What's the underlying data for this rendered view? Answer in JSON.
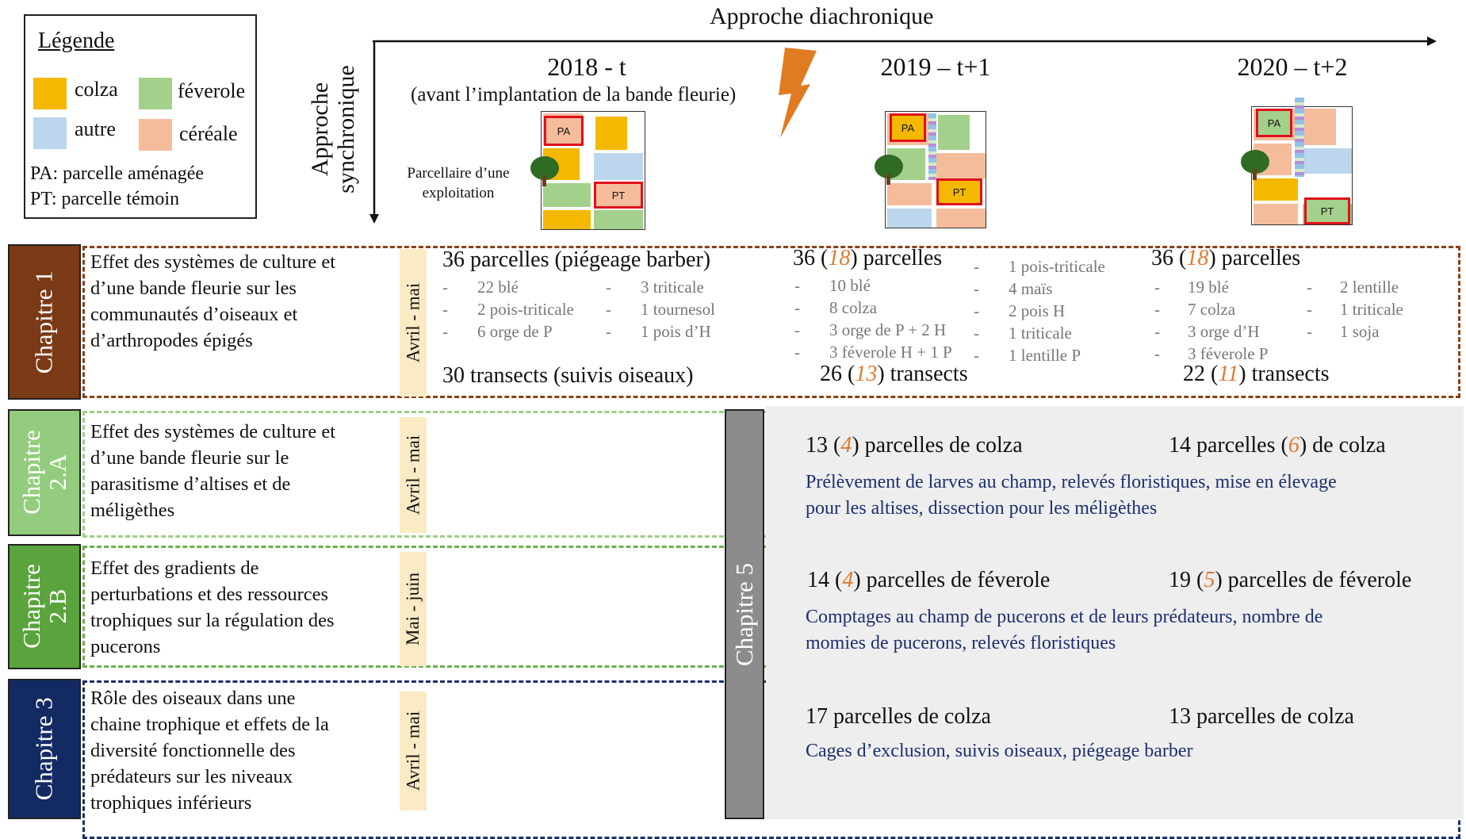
{
  "header": {
    "diachronic": "Approche diachronique",
    "synchronic_line1": "Approche",
    "synchronic_line2": "synchronique"
  },
  "legend": {
    "title": "Légende",
    "items": [
      {
        "label": "colza",
        "color": "#f5b800"
      },
      {
        "label": "féverole",
        "color": "#a3d08a"
      },
      {
        "label": "autre",
        "color": "#bcd6ee"
      },
      {
        "label": "céréale",
        "color": "#f5bc9c"
      }
    ],
    "pa": "PA: parcelle aménagée",
    "pt": "PT: parcelle témoin"
  },
  "farm_label": {
    "line1": "Parcellaire d’une",
    "line2": "exploitation"
  },
  "years": [
    {
      "label": "2018 - t",
      "sub": "(avant l’implantation de la bande fleurie)"
    },
    {
      "label": "2019 – t+1"
    },
    {
      "label": "2020 – t+2"
    }
  ],
  "tags": {
    "pa": "PA",
    "pt": "PT"
  },
  "chapters": [
    {
      "name": "Chapitre 1",
      "color": "#7a3a16",
      "desc": [
        "Effet des systèmes de culture et",
        "d’une bande fleurie sur les",
        "communautés d’oiseaux et",
        "d’arthropodes épigés"
      ],
      "season": "Avril - mai"
    },
    {
      "name1": "Chapitre",
      "name2": "2.A",
      "color": "#93cc7e",
      "desc": [
        "Effet des systèmes de culture et",
        "d’une bande fleurie sur le",
        "parasitisme d’altises et de",
        "méligèthes"
      ],
      "season": "Avril - mai"
    },
    {
      "name1": "Chapitre",
      "name2": "2.B",
      "color": "#5aa33d",
      "desc": [
        "Effet des gradients de",
        "perturbations et des ressources",
        "trophiques sur la régulation des",
        "pucerons"
      ],
      "season": "Mai - juin"
    },
    {
      "name": "Chapitre 3",
      "color": "#142a63",
      "desc": [
        "Rôle des oiseaux dans une",
        "chaine trophique et effets de la",
        "diversité fonctionnelle des",
        "prédateurs sur les niveaux",
        "trophiques inférieurs"
      ],
      "season": "Avril - mai"
    }
  ],
  "chapter5": "Chapitre 5",
  "ch1": {
    "y2018": {
      "head": "36 parcelles (piégeage barber)",
      "col1": [
        "22 blé",
        "2 pois-triticale",
        "6 orge de P"
      ],
      "col2": [
        "3 triticale",
        "1 tournesol",
        "1 pois d’H"
      ],
      "foot": "30 transects (suivis oiseaux)"
    },
    "y2019": {
      "head_a": "36 (",
      "head_n": "18",
      "head_b": ") parcelles",
      "col1": [
        "10 blé",
        "8 colza",
        "3 orge de P + 2 H",
        "3 féverole H + 1 P"
      ],
      "col2": [
        "1 pois-triticale",
        "4 maïs",
        "2 pois H",
        "1 triticale",
        "1 lentille P"
      ],
      "foot_a": "26 (",
      "foot_n": "13",
      "foot_b": ") transects"
    },
    "y2020": {
      "head_a": "36 (",
      "head_n": "18",
      "head_b": ") parcelles",
      "col1": [
        "19 blé",
        "7 colza",
        "3 orge d’H",
        "3 féverole P"
      ],
      "col2": [
        "2 lentille",
        "1 triticale",
        "1 soja"
      ],
      "foot_a": "22 (",
      "foot_n": "11",
      "foot_b": ") transects"
    }
  },
  "ch2a": {
    "left_a": "13 (",
    "left_n": "4",
    "left_b": ") parcelles de colza",
    "right_a": "14 parcelles (",
    "right_n": "6",
    "right_b": ") de colza",
    "method1": "Prélèvement de larves au champ, relevés floristiques, mise en élevage",
    "method2": "pour les altises, dissection pour les méligèthes"
  },
  "ch2b": {
    "left_a": "14 (",
    "left_n": "4",
    "left_b": ") parcelles de féverole",
    "right_a": "19 (",
    "right_n": "5",
    "right_b": ") parcelles de féverole",
    "method1": "Comptages au champ de pucerons et de leurs prédateurs, nombre de",
    "method2": "momies de pucerons, relevés floristiques"
  },
  "ch3": {
    "left": "17 parcelles de colza",
    "right": "13 parcelles de colza",
    "method": "Cages d’exclusion, suivis oiseaux, piégeage barber"
  }
}
